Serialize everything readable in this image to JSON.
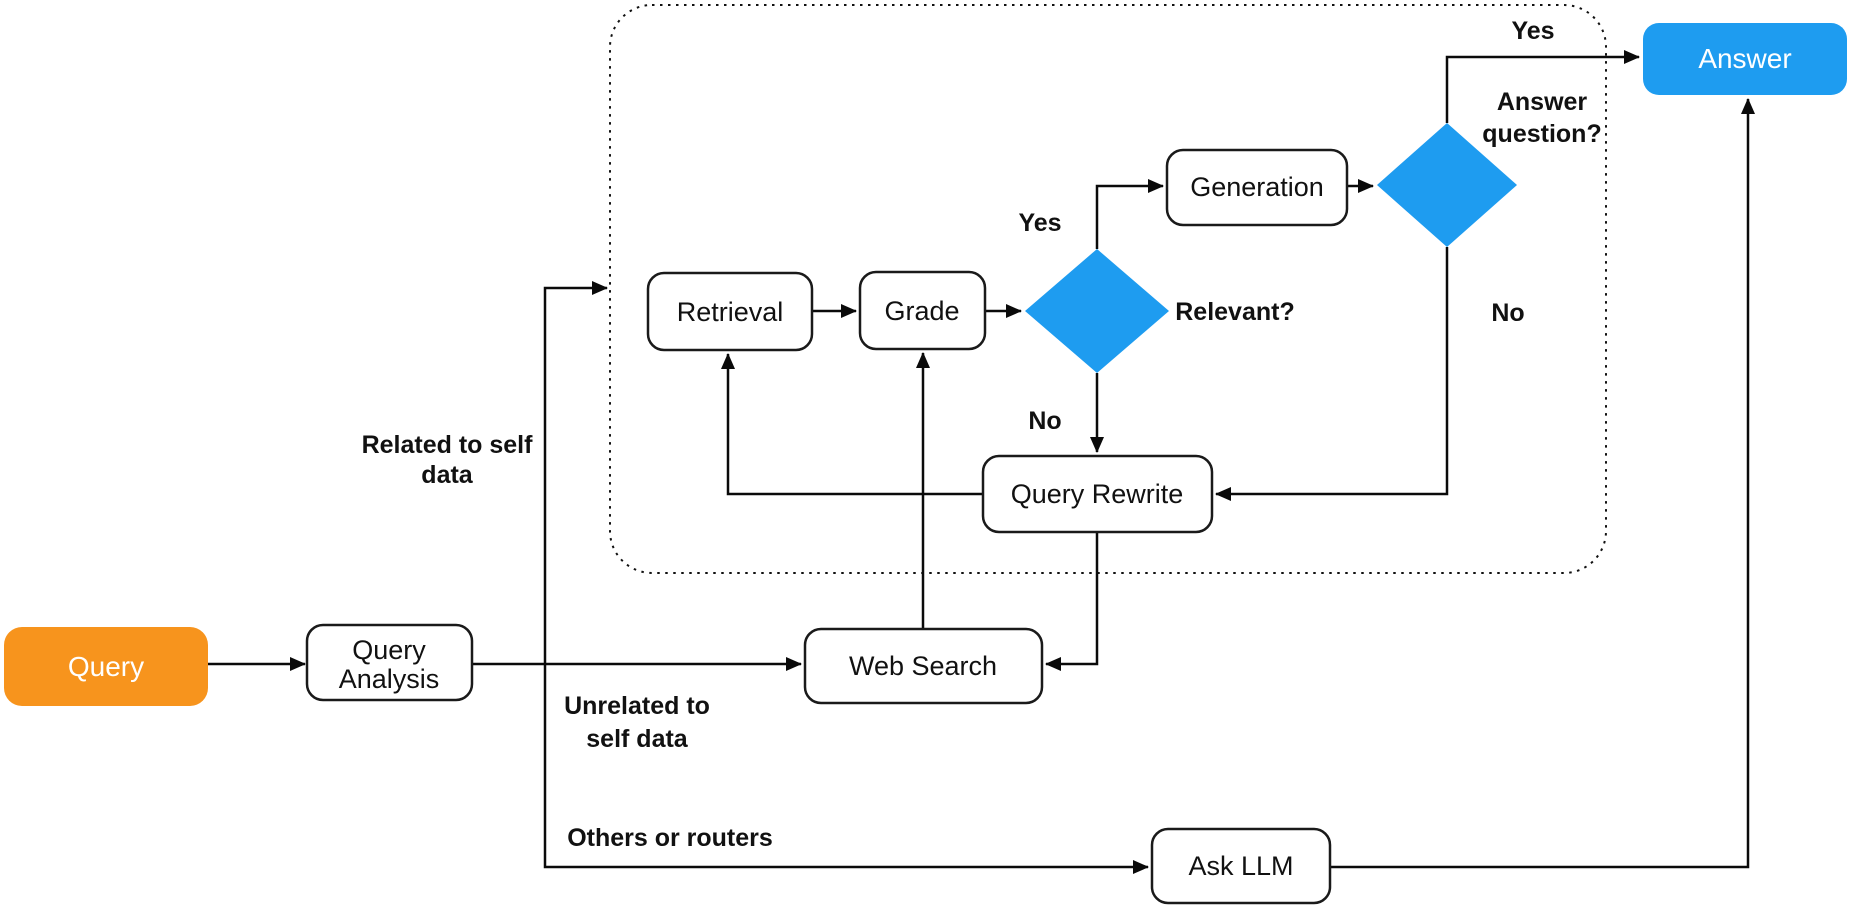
{
  "colors": {
    "accent_orange": "#F7941D",
    "accent_blue": "#1E9CF0",
    "line": "#0A0A0A",
    "box_fill": "#FFFFFF",
    "text_on_accent": "#FFFFFF"
  },
  "nodes": {
    "query": {
      "label": "Query"
    },
    "query_analysis": {
      "lines": [
        "Query",
        "Analysis"
      ]
    },
    "retrieval": {
      "label": "Retrieval"
    },
    "grade": {
      "label": "Grade"
    },
    "generation": {
      "label": "Generation"
    },
    "query_rewrite": {
      "label": "Query Rewrite"
    },
    "web_search": {
      "label": "Web Search"
    },
    "ask_llm": {
      "label": "Ask LLM"
    },
    "answer": {
      "label": "Answer"
    }
  },
  "decisions": {
    "relevant": {
      "label": "Relevant?"
    },
    "answer_question": {
      "lines": [
        "Answer",
        "question?"
      ]
    }
  },
  "edge_labels": {
    "yes_top": "Yes",
    "no_right": "No",
    "yes_mid": "Yes",
    "no_mid": "No",
    "related": [
      "Related to self",
      "data"
    ],
    "unrelated": [
      "Unrelated to",
      "self data"
    ],
    "others": "Others or routers"
  }
}
